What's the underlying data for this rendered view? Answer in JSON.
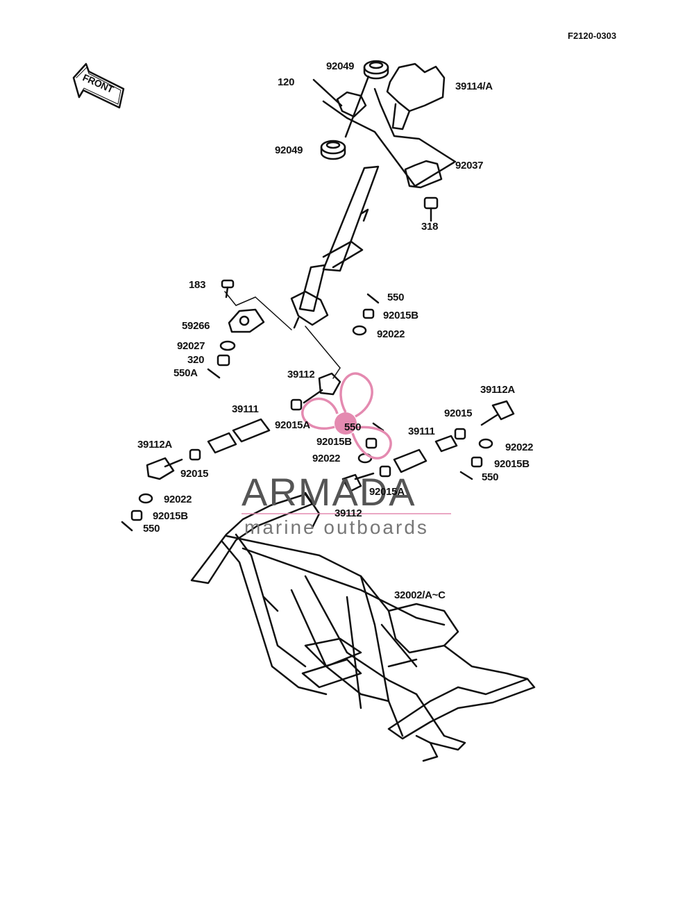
{
  "diagram_code": "F2120-0303",
  "front_label": "FRONT",
  "watermark": {
    "brand": "ARMADA",
    "tagline": "marine outboards",
    "accent_color": "#e48ab0"
  },
  "part_labels": {
    "p92049_top": "92049",
    "p120": "120",
    "p39114A": "39114/A",
    "p92049_mid": "92049",
    "p92037": "92037",
    "p318": "318",
    "p183": "183",
    "p550_a": "550",
    "p92015B_a": "92015B",
    "p59266": "59266",
    "p92022_a": "92022",
    "p92027": "92027",
    "p320": "320",
    "p550A": "550A",
    "p39112_top": "39112",
    "p39112A_right": "39112A",
    "p39111_left": "39111",
    "p92015_right": "92015",
    "p92015A_left": "92015A",
    "p550_b": "550",
    "p39111_right": "39111",
    "p92022_right": "92022",
    "p92015B_b": "92015B",
    "p39112A_left": "39112A",
    "p92015B_right": "92015B",
    "p92022_b": "92022",
    "p92015_left": "92015",
    "p550_right": "550",
    "p92015A_right": "92015A",
    "p39112_bottom": "39112",
    "p92022_left": "92022",
    "p92015B_left": "92015B",
    "p550_left": "550",
    "p32002": "32002/A~C"
  }
}
